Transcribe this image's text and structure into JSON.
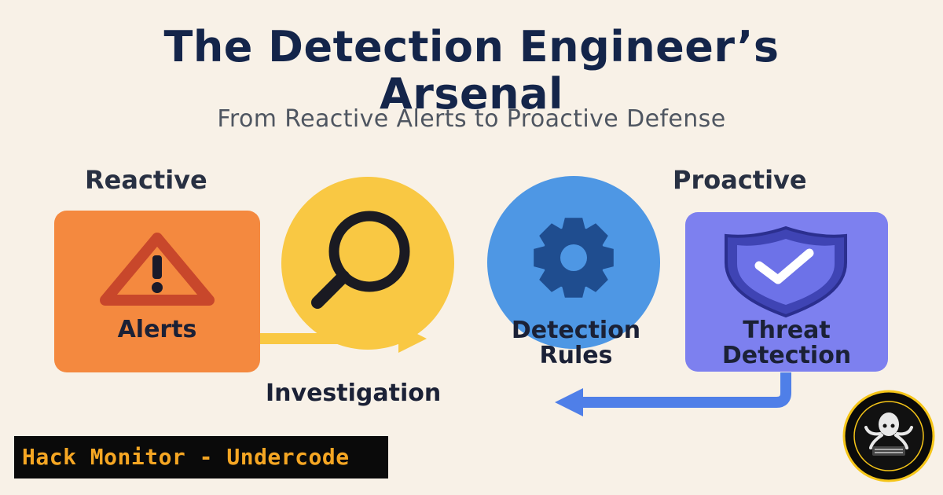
{
  "header": {
    "title_line1": "The Detection Engineer’s",
    "title_line2": "Arsenal",
    "subtitle": "From Reactive Alerts to Proactive Defense"
  },
  "labels": {
    "reactive": "Reactive",
    "proactive": "Proactive"
  },
  "stages": {
    "alerts": "Alerts",
    "detection_rules_line1": "Detection",
    "detection_rules_line2": "Rules",
    "threat_detection_line1": "Threat",
    "threat_detection_line2": "Detection",
    "investigation": "Investigation"
  },
  "icons": [
    "warning-icon",
    "magnifier-icon",
    "gear-icon",
    "shield-check-icon"
  ],
  "colors": {
    "alerts": "#f4893f",
    "magnifier": "#f9c843",
    "gear_circle": "#4e97e4",
    "threat": "#7d80ef",
    "arrow_yellow": "#f9c843",
    "arrow_blue": "#4f7fe8",
    "brand": "#f5a623"
  },
  "branding": {
    "banner": "Hack Monitor - Undercode"
  }
}
